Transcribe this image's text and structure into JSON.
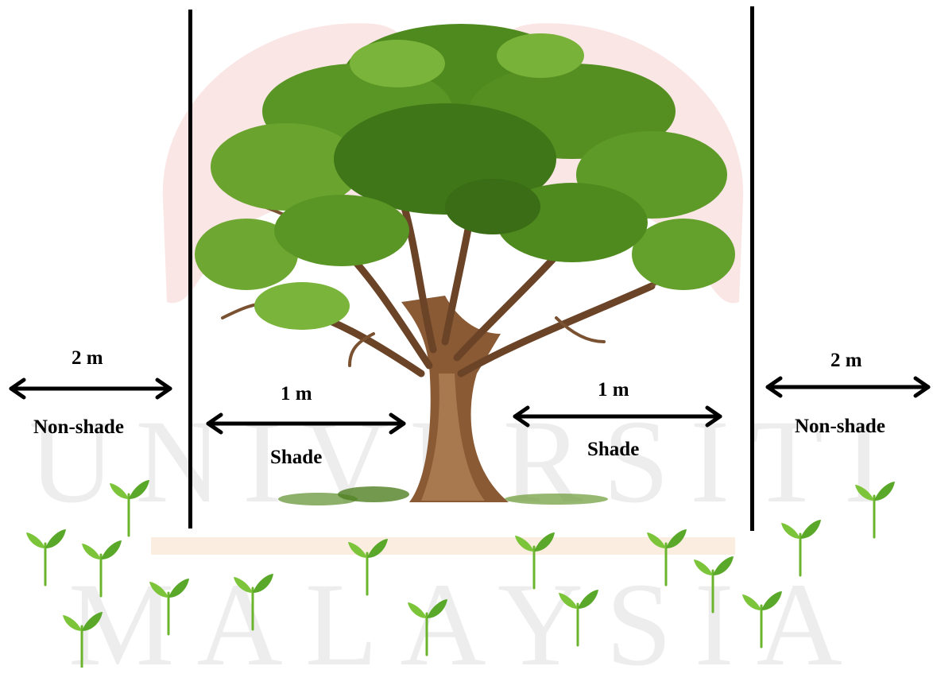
{
  "watermark": {
    "line1": "UNIVERSITI",
    "line2": "MALAYSIA"
  },
  "zones": {
    "left_outer": {
      "distance": "2 m",
      "type": "Non-shade"
    },
    "left_inner": {
      "distance": "1 m",
      "type": "Shade"
    },
    "right_inner": {
      "distance": "1 m",
      "type": "Shade"
    },
    "right_outer": {
      "distance": "2 m",
      "type": "Non-shade"
    }
  },
  "colors": {
    "leaf_green": "#7cc53a",
    "canopy_green": "#4f8a1f",
    "trunk_brown": "#8a5a35",
    "line_black": "#000000",
    "watermark_red": "#f3c9c6",
    "watermark_orange": "#fbe3cf"
  }
}
